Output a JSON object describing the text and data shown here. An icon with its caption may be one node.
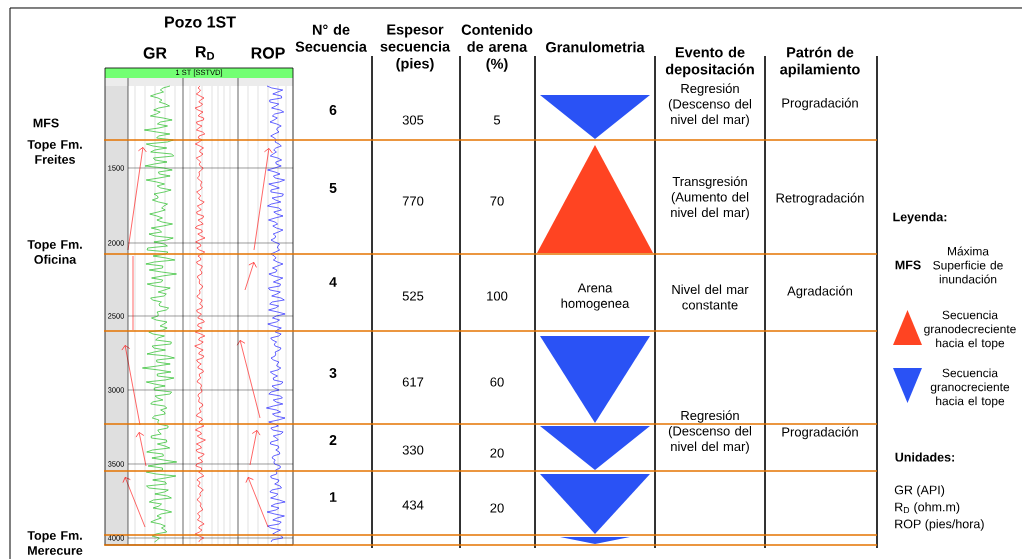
{
  "diagram": {
    "labels": [
      "Pozo 1ST",
      "GR",
      "R$_{D}$",
      "ROP",
      "N° de Secuencia",
      "Espesor secuencia (pies)",
      "Contenido de arena (%)",
      "Granulometria",
      "Evento de depositación",
      "Patrón de apilamiento",
      "1 ST [SSTVD]",
      "MFS",
      "Tope Fm. Freites",
      "6",
      "305",
      "5",
      "Regresión (Descenso del nivel del mar)",
      "Progradación",
      "5",
      "770",
      "70",
      "Transgresión (Aumento del nivel del mar)",
      "Retrogradación",
      "Tope Fm. Oficina",
      "4",
      "525",
      "100",
      "Arena homogenea",
      "Nivel del mar constante",
      "Agradación",
      "3",
      "617",
      "60",
      "2",
      "330",
      "20",
      "1",
      "434",
      "20",
      "Regresión (Descenso del nivel del mar)",
      "Progradación",
      "Tope Fm. Merecure",
      "1500",
      "2000",
      "2500",
      "3000",
      "3500",
      "4000",
      "Leyenda:",
      "MFS",
      "Máxima Superficie de inundación",
      "Unidades:",
      "GR (API)",
      "R$_{D}$ (ohm.m)",
      "ROP (pies/hora)"
    ],
    "legend": [
      {
        "text": "Secuencia granodecreciente hacia el tope",
        "color": "#ff4422"
      },
      {
        "text": "Secuencia granocreciente hacia el tope",
        "color": "#2a52f5"
      }
    ]
  }
}
